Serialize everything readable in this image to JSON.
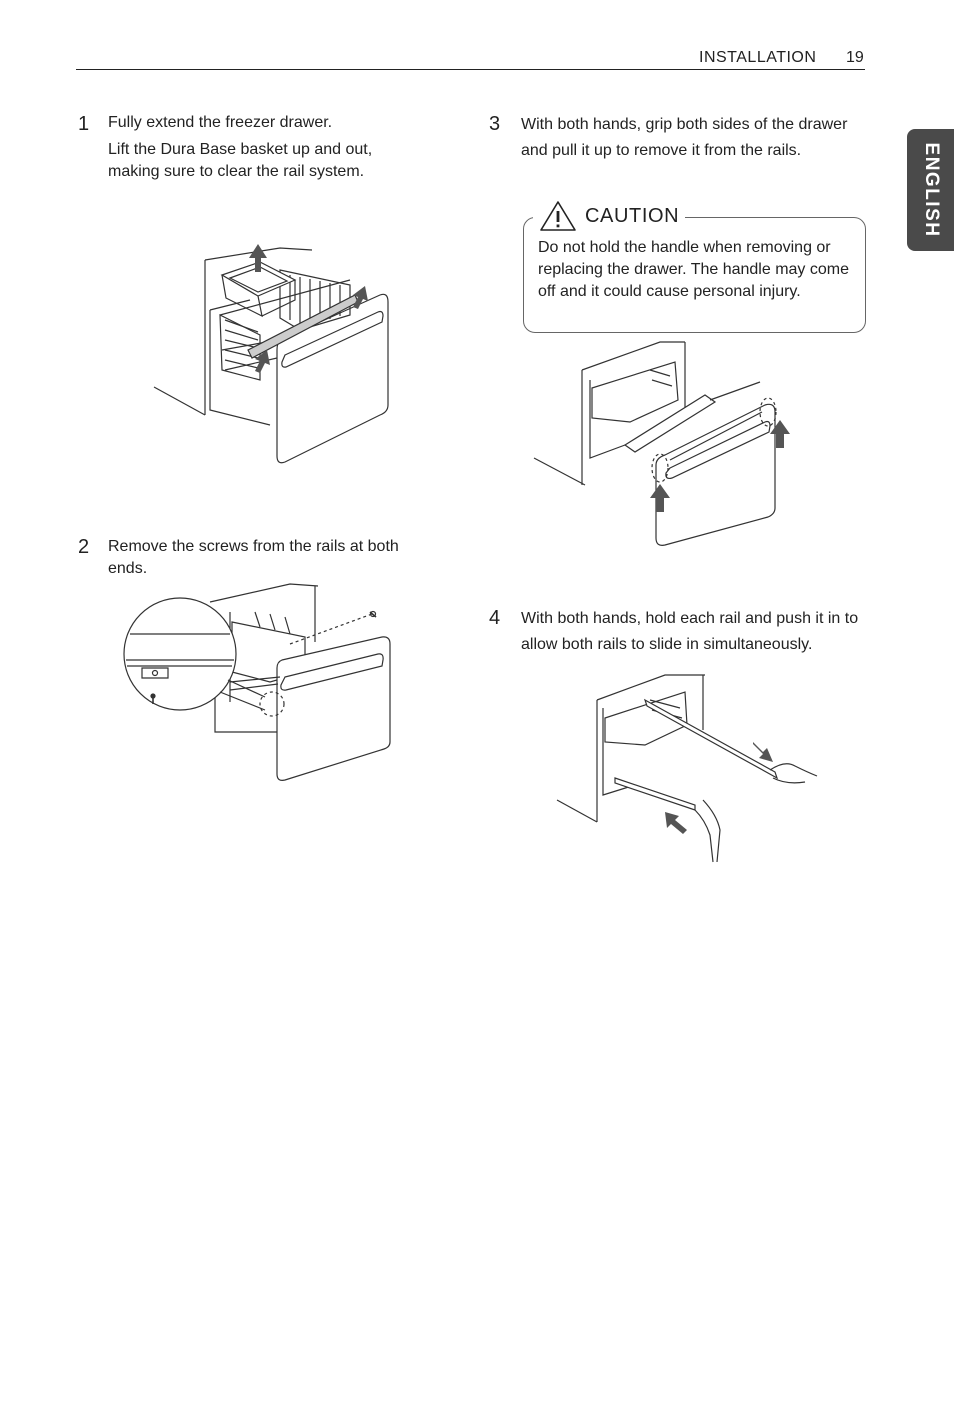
{
  "header": {
    "section": "INSTALLATION",
    "page_number": "19"
  },
  "language_tab": "ENGLISH",
  "steps": [
    {
      "number": "1",
      "paragraphs": [
        "Fully extend the freezer drawer.",
        "Lift the Dura Base basket up and out, making sure to clear the rail system."
      ]
    },
    {
      "number": "2",
      "paragraphs": [
        "Remove the screws from the rails at both ends."
      ]
    },
    {
      "number": "3",
      "paragraphs": [
        "With both hands, grip both sides of the drawer and pull it up to remove it from the rails."
      ]
    },
    {
      "number": "4",
      "paragraphs": [
        "With both hands, hold each rail and push it in to allow both rails to slide in simultaneously."
      ]
    }
  ],
  "caution": {
    "title": "CAUTION",
    "icon": "warning-triangle-icon",
    "text": "Do not hold the handle when removing or replacing the drawer. The handle may come off and it could cause personal injury."
  },
  "colors": {
    "text": "#222222",
    "tab_background": "#4a4a4a",
    "tab_text": "#ffffff",
    "line_art": "#333333",
    "arrow_fill": "#555555"
  }
}
